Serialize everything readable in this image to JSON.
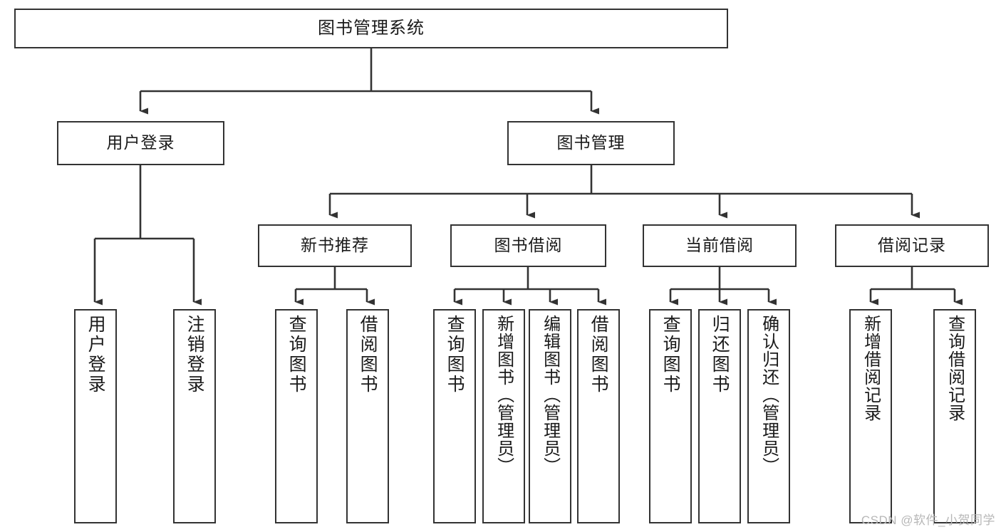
{
  "diagram": {
    "title": "图书管理系统",
    "type": "hierarchy-tree",
    "line_color": "#333333",
    "box_fill": "#ffffff",
    "text_color": "#1a1a1a",
    "root": {
      "label": "图书管理系统"
    },
    "level2": [
      {
        "label": "用户登录"
      },
      {
        "label": "图书管理"
      }
    ],
    "level3": [
      {
        "label": "新书推荐"
      },
      {
        "label": "图书借阅"
      },
      {
        "label": "当前借阅"
      },
      {
        "label": "借阅记录"
      }
    ],
    "leaves": {
      "user_login": [
        {
          "label": "用户登录"
        },
        {
          "label": "注销登录"
        }
      ],
      "new_book": [
        {
          "label": "查询图书"
        },
        {
          "label": "借阅图书"
        }
      ],
      "book_borrow": [
        {
          "label": "查询图书"
        },
        {
          "label": "新增图书（管理员）"
        },
        {
          "label": "编辑图书（管理员）"
        },
        {
          "label": "借阅图书"
        }
      ],
      "current_borrow": [
        {
          "label": "查询图书"
        },
        {
          "label": "归还图书"
        },
        {
          "label": "确认归还（管理员）"
        }
      ],
      "borrow_record": [
        {
          "label": "新增借阅记录"
        },
        {
          "label": "查询借阅记录"
        }
      ]
    }
  },
  "watermark": {
    "text": "CSDN @软件_小贺同学"
  }
}
